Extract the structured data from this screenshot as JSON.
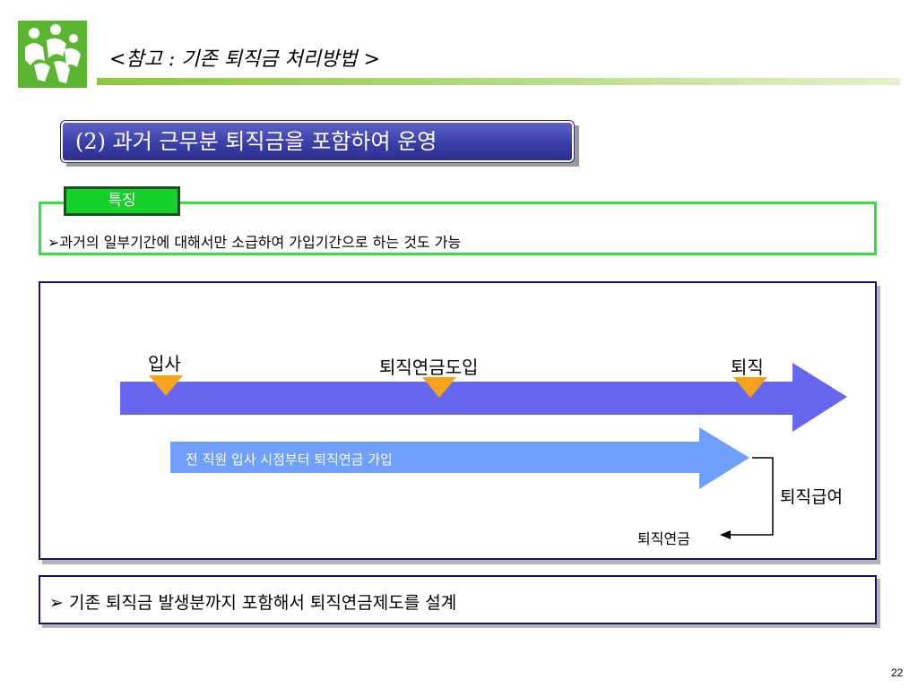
{
  "header": {
    "title": "<참고 : 기존 퇴직금 처리방법 >",
    "logo_icon": "dancing-figures-logo-icon",
    "rule_color": "#8fc53f"
  },
  "section": {
    "title": "(2) 과거 근무분 퇴직금을 포함하여 운영"
  },
  "feature": {
    "badge": "특징",
    "text": "➢과거의 일부기간에 대해서만 소급하여 가입기간으로 하는 것도 가능"
  },
  "diagram": {
    "milestones": [
      "입사",
      "퇴직연금도입",
      "퇴직"
    ],
    "inner_arrow_text": "전 직원 입사 시점부터 퇴직연금 가입",
    "severance_label": "퇴직급여",
    "pension_label": "퇴직연금"
  },
  "summary": {
    "text": "➢ 기존 퇴직금 발생분까지 포함해서 퇴직연금제도를 설계"
  },
  "page_number": "22",
  "colors": {
    "main_arrow": "#6666ee",
    "inner_arrow": "#6fa0ff",
    "milestone_marker": "#f7a21b",
    "title_bar": "#3b3ea8",
    "feature_border": "#34e03c"
  }
}
